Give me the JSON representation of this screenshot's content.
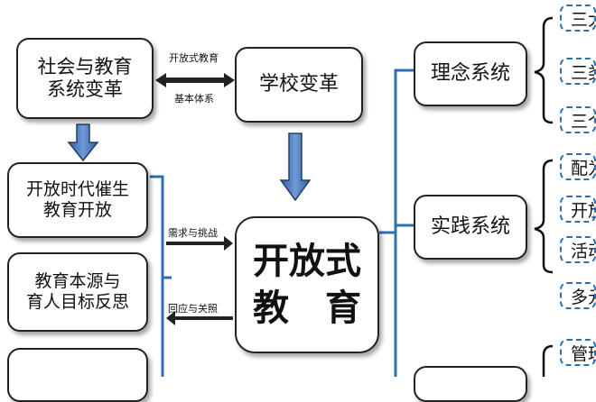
{
  "nodes": {
    "social": "社会与教育\n系统变革",
    "school": "学校变革",
    "era": "开放时代催生\n教育开放",
    "origin": "教育本源与\n育人目标反思",
    "bottom_left": "",
    "center": "开放式\n教　育",
    "concept": "理念系统",
    "practice": "实践系统",
    "bottom_right": ""
  },
  "edge_labels": {
    "open_edu": "开放式教育",
    "basic_system": "基本体系",
    "demand": "需求与挑战",
    "response": "回应与关照"
  },
  "leaves": {
    "concept": [
      "三大",
      "三类",
      "三个"
    ],
    "practice": [
      "配为",
      "开放",
      "活动",
      "多元"
    ],
    "bottom": [
      "管理"
    ]
  },
  "colors": {
    "line_blue": "#2e6fb0",
    "arrow_blue": "#4a78b8",
    "border": "#222222"
  }
}
